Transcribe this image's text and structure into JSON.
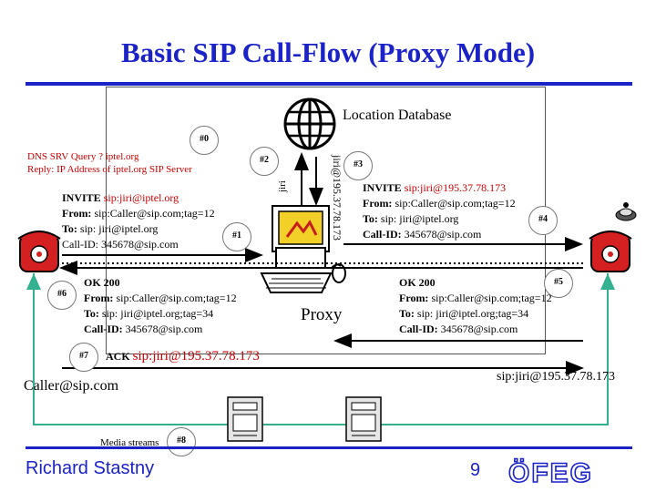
{
  "slide": {
    "title": "Basic SIP Call-Flow (Proxy Mode)",
    "presenter": "Richard Stastny",
    "page_number": "9",
    "logo_text": "ÖFEG",
    "title_color": "#1a22c8",
    "accent_red": "#cc0000",
    "media_line_color": "#33b08f"
  },
  "entities": {
    "location_database": "Location Database",
    "proxy": "Proxy",
    "caller": "Caller@sip.com",
    "callee": "sip:jiri@195.37.78.173",
    "media_streams": "Media streams",
    "query_label": "jiri",
    "reply_label": "jiri@195.37.78.173"
  },
  "dns": {
    "line1": "DNS SRV Query ? iptel.org",
    "line2": "Reply: IP Address of iptel.org SIP Server"
  },
  "steps": [
    "#0",
    "#1",
    "#2",
    "#3",
    "#4",
    "#5",
    "#6",
    "#7",
    "#8"
  ],
  "messages": {
    "invite1": {
      "method": "INVITE",
      "uri": "sip:jiri@iptel.org",
      "from_label": "From:",
      "from": "sip:Caller@sip.com;tag=12",
      "to_label": "To:",
      "to": "sip: jiri@iptel.org",
      "callid": "Call-ID: 345678@sip.com"
    },
    "invite2": {
      "method": "INVITE",
      "uri": "sip:jiri@195.37.78.173",
      "from_label": "From:",
      "from": "sip:Caller@sip.com;tag=12",
      "to_label": "To:",
      "to": "sip: jiri@iptel.org",
      "callid_label": "Call-ID:",
      "callid": "345678@sip.com"
    },
    "ok_left": {
      "status": "OK 200",
      "from_label": "From:",
      "from": "sip:Caller@sip.com;tag=12",
      "to_label": "To:",
      "to": "sip: jiri@iptel.org;tag=34",
      "callid_label": "Call-ID:",
      "callid": "345678@sip.com"
    },
    "ok_right": {
      "status": "OK 200",
      "from_label": "From:",
      "from": "sip:Caller@sip.com;tag=12",
      "to_label": "To:",
      "to": "sip: jiri@iptel.org;tag=34",
      "callid_label": "Call-ID:",
      "callid": "345678@sip.com"
    },
    "ack": {
      "method": "ACK",
      "uri": "sip:jiri@195.37.78.173"
    }
  }
}
